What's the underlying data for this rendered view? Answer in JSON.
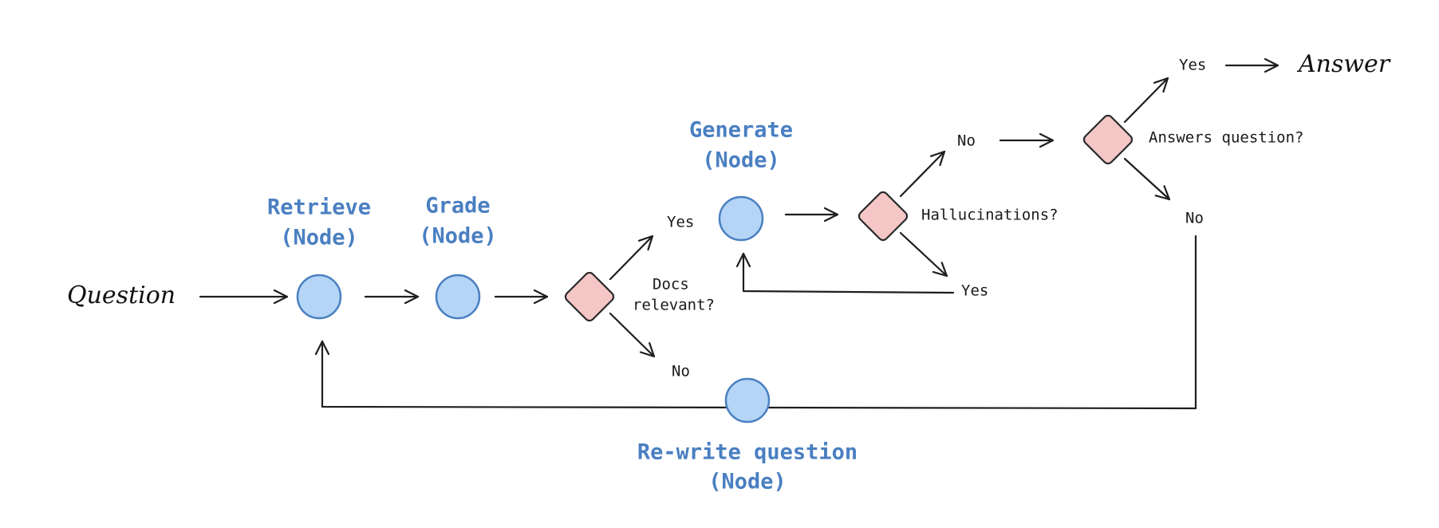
{
  "colors": {
    "node_fill": "#b5d5f7",
    "node_stroke": "#4a7fc1",
    "node_label": "#4a7fc1",
    "decision_fill": "#f5c6c6",
    "decision_stroke": "#2a2a2a",
    "edge": "#1e1e1e"
  },
  "input": {
    "label": "Question"
  },
  "output": {
    "label": "Answer"
  },
  "nodes": {
    "retrieve": {
      "line1": "Retrieve",
      "line2": "(Node)"
    },
    "grade": {
      "line1": "Grade",
      "line2": "(Node)"
    },
    "generate": {
      "line1": "Generate",
      "line2": "(Node)"
    },
    "rewrite": {
      "line1": "Re-write question",
      "line2": "(Node)"
    }
  },
  "decisions": {
    "docs_relevant": {
      "line1": "Docs",
      "line2": "relevant?"
    },
    "hallucinations": {
      "label": "Hallucinations?"
    },
    "answers_question": {
      "label": "Answers question?"
    }
  },
  "edge_labels": {
    "docs_yes": "Yes",
    "docs_no": "No",
    "hallucinations_no": "No",
    "hallucinations_yes": "Yes",
    "answers_yes": "Yes",
    "answers_no": "No"
  }
}
